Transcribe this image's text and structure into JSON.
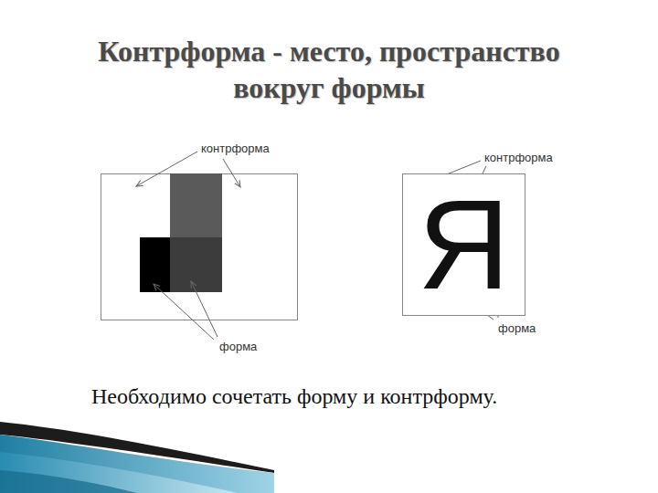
{
  "diagram": {
    "title": "Контрформа - место, пространство вокруг формы",
    "caption": "Необходимо сочетать форму и контрформу.",
    "nodes": [
      {
        "text": [
          "Я"
        ]
      }
    ],
    "labels": [
      "контрформа",
      "форма",
      "контрформа",
      "форма"
    ]
  }
}
